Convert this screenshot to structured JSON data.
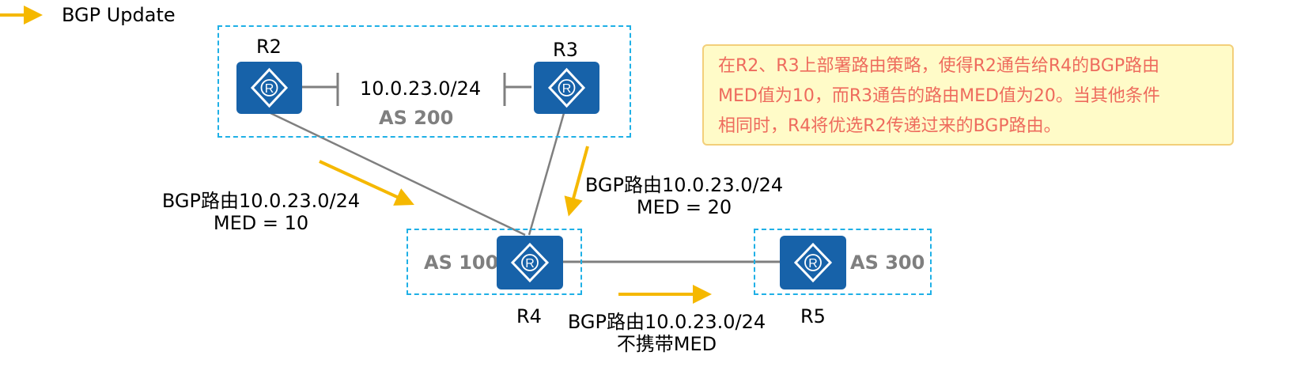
{
  "legend": {
    "label": "BGP Update",
    "arrow_color": "#f5b800"
  },
  "colors": {
    "router_fill": "#1762a9",
    "as_border": "#1fb0e6",
    "link": "#7f7f7f",
    "update_arrow": "#f5b800",
    "note_bg": "#fffbc8",
    "note_text": "#ee6b5d"
  },
  "autonomous_systems": [
    {
      "id": "as200",
      "label": "AS 200"
    },
    {
      "id": "as100",
      "label": "AS 100"
    },
    {
      "id": "as300",
      "label": "AS 300"
    }
  ],
  "routers": [
    {
      "id": "R2",
      "label": "R2",
      "as": "AS 200"
    },
    {
      "id": "R3",
      "label": "R3",
      "as": "AS 200"
    },
    {
      "id": "R4",
      "label": "R4",
      "as": "AS 100"
    },
    {
      "id": "R5",
      "label": "R5",
      "as": "AS 300"
    }
  ],
  "network": {
    "label": "10.0.23.0/24"
  },
  "links": [
    {
      "from": "R2",
      "to": "R4"
    },
    {
      "from": "R3",
      "to": "R4"
    },
    {
      "from": "R4",
      "to": "R5"
    },
    {
      "from": "R2",
      "to": "10.0.23.0/24"
    },
    {
      "from": "R3",
      "to": "10.0.23.0/24"
    }
  ],
  "updates": [
    {
      "from": "R2",
      "to": "R4",
      "line1": "BGP路由10.0.23.0/24",
      "line2": "MED = 10"
    },
    {
      "from": "R3",
      "to": "R4",
      "line1": "BGP路由10.0.23.0/24",
      "line2": "MED = 20"
    },
    {
      "from": "R4",
      "to": "R5",
      "line1": "BGP路由10.0.23.0/24",
      "line2": "不携带MED"
    }
  ],
  "note": {
    "lines": [
      "在R2、R3上部署路由策略，使得R2通告给R4的BGP路由",
      "MED值为10，而R3通告的路由MED值为20。当其他条件",
      "相同时，R4将优选R2传递过来的BGP路由。"
    ]
  }
}
